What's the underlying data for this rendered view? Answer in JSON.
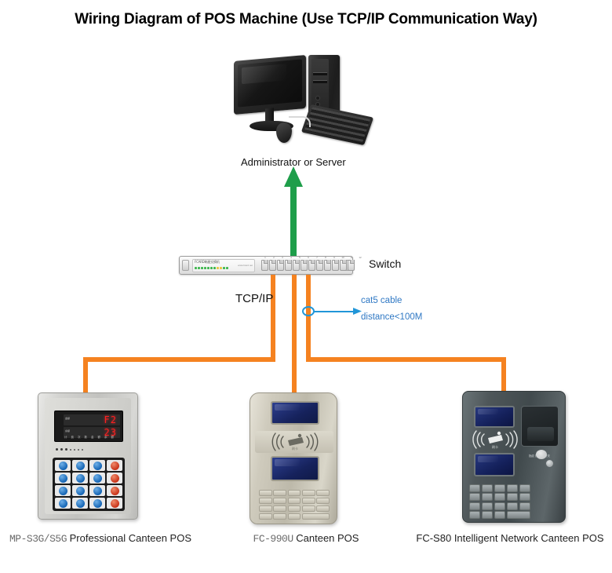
{
  "title": "Wiring Diagram of POS Machine (Use TCP/IP Communication Way)",
  "nodes": {
    "server": {
      "label": "Administrator or Server",
      "icon": "desktop-computer-icon"
    },
    "switch": {
      "label": "Switch",
      "brand": "FCARD晰星交换机",
      "brand_sub": "www.fcard.net",
      "port_count": 12,
      "port_numbers": [
        "1",
        "2",
        "3",
        "4",
        "5",
        "6",
        "7",
        "8",
        "9",
        "10",
        "11",
        "12"
      ],
      "leds": [
        "#39b54a",
        "#39b54a",
        "#39b54a",
        "#39b54a",
        "#39b54a",
        "#39b54a",
        "#39b54a",
        "#e8c33a",
        "#e8c33a",
        "#39b54a",
        "#39b54a"
      ]
    }
  },
  "links": {
    "uplink_label": "TCP/IP",
    "uplink_color": "#1E9E4A",
    "cable_color": "#F58220",
    "annotation": {
      "line1": "cat5 cable",
      "line2": "distance<100M",
      "color": "#2F78C4"
    }
  },
  "devices": [
    {
      "id": "pos-mp-s3g",
      "model": "MP-S3G/S5G",
      "name": "Professional Canteen POS",
      "label": "MP-S3G/S5G Professional Canteen POS",
      "display": {
        "line1": "F2",
        "line2": "23",
        "tag1": "金额",
        "tag2": "余额",
        "color": "#ff1f1f"
      },
      "footer_marks": [
        "计",
        "费",
        "次",
        "数",
        "金",
        "额",
        "余",
        "额"
      ],
      "keypad": {
        "rows": 4,
        "cols": 4,
        "accent_col": 4
      }
    },
    {
      "id": "pos-fc-990u",
      "model": "FC-990U",
      "name": "Canteen POS",
      "label": "FC-990U Canteen POS",
      "screens": 2,
      "rfid_label": "刷卡",
      "keypad": {
        "rows": 4,
        "cols": 5
      }
    },
    {
      "id": "pos-fc-s80",
      "model": "FC-S80",
      "name": "Intelligent Network Canteen POS",
      "label": "FC-S80 Intelligent Network Canteen POS",
      "screens": 2,
      "rfid_label": "刷卡",
      "fingerprint": "fingerprint-reader",
      "mini_label_left": "指纹 指示",
      "mini_label_right": "开关",
      "keypad": {
        "rows": 4,
        "cols": 5
      }
    }
  ]
}
